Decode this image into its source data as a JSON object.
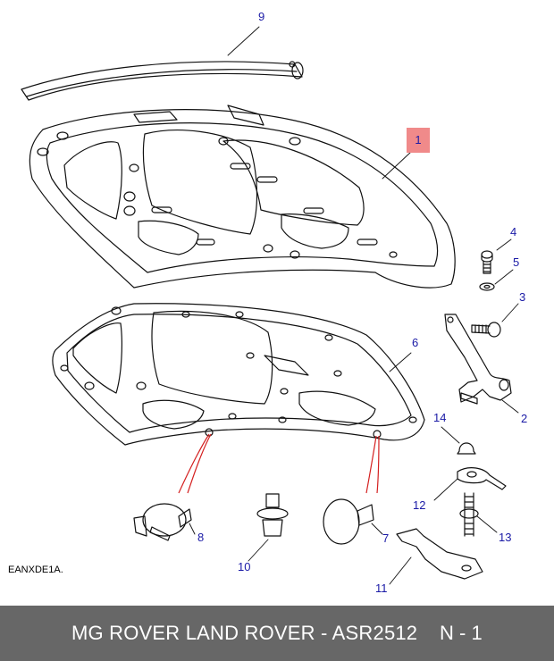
{
  "diagram": {
    "callouts": {
      "c1": "1",
      "c2": "2",
      "c3": "3",
      "c4": "4",
      "c5": "5",
      "c6": "6",
      "c7": "7",
      "c8": "8",
      "c9": "9",
      "c10": "10",
      "c11": "11",
      "c12": "12",
      "c13": "13",
      "c14": "14"
    },
    "drawing_code": "EANXDE1A.",
    "colors": {
      "callout": "#1a1aa6",
      "highlight": "#f08a8a",
      "leader_red": "#d42020",
      "line": "#111111",
      "footer": "#676767"
    }
  },
  "footer": {
    "text": "MG ROVER LAND ROVER - ASR2512",
    "page": "N - 1"
  }
}
